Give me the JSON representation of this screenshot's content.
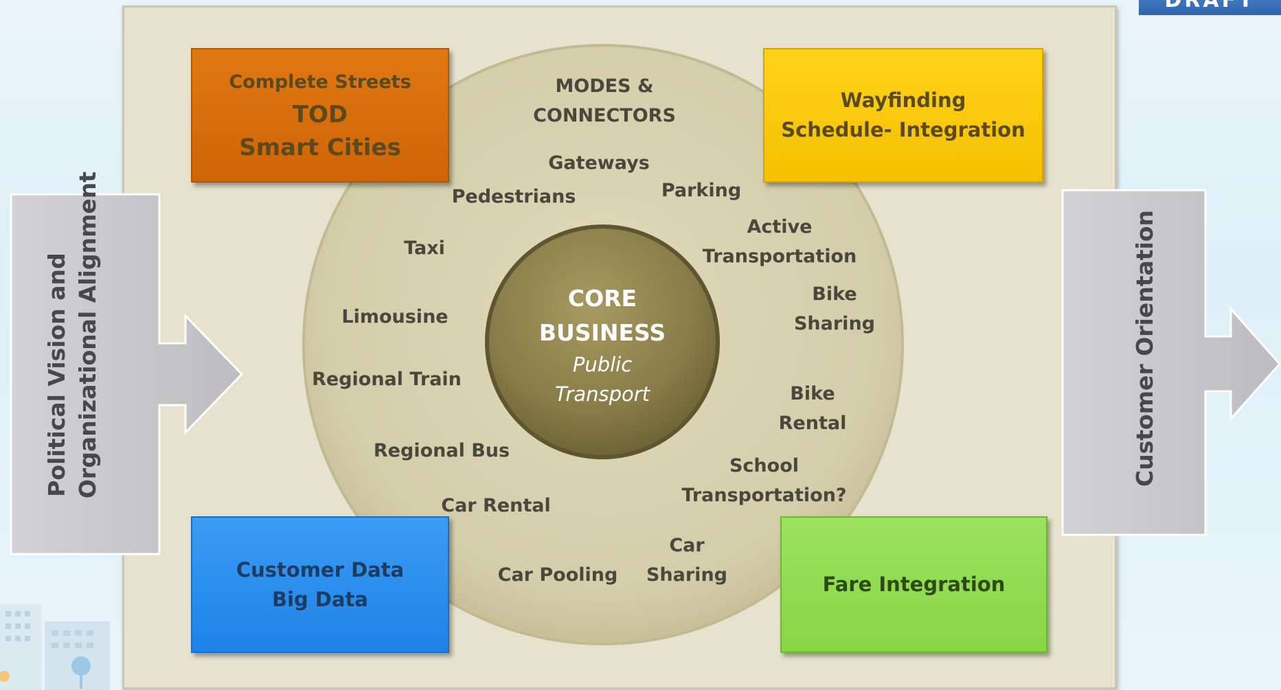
{
  "badge": "DRAFT",
  "left_arrow": {
    "line1": "Political Vision and",
    "line2": "Organizational Alignment"
  },
  "right_arrow": {
    "label": "Customer Orientation"
  },
  "boxes": {
    "top_left": {
      "line1": "Complete Streets",
      "line2": "TOD",
      "line3": "Smart Cities"
    },
    "top_right": {
      "line1": "Wayfinding",
      "line2": "Schedule- Integration"
    },
    "bottom_left": {
      "line1": "Customer Data",
      "line2": "Big Data"
    },
    "bottom_right": {
      "line1": "Fare Integration"
    }
  },
  "modes": {
    "title1": "MODES &",
    "title2": "CONNECTORS",
    "items": {
      "gateways": "Gateways",
      "pedestrians": "Pedestrians",
      "parking": "Parking",
      "taxi": "Taxi",
      "active1": "Active",
      "active2": "Transportation",
      "bike_sharing1": "Bike",
      "bike_sharing2": "Sharing",
      "limousine": "Limousine",
      "regional_train": "Regional Train",
      "bike_rental1": "Bike",
      "bike_rental2": "Rental",
      "regional_bus": "Regional Bus",
      "school1": "School",
      "school2": "Transportation?",
      "car_rental": "Car Rental",
      "car_sharing1": "Car",
      "car_sharing2": "Sharing",
      "car_pooling": "Car Pooling"
    }
  },
  "core": {
    "line1": "CORE",
    "line2": "BUSINESS",
    "line3": "Public",
    "line4": "Transport"
  },
  "colors": {
    "panel": "#e6e2cd",
    "outer_circle": "#d6d0ae",
    "core_circle": "#8d814e",
    "orange": "#e07812",
    "yellow": "#ffd21a",
    "blue": "#3a9cf4",
    "green": "#9be25e",
    "arrow_gray": "#c9c9cb"
  }
}
